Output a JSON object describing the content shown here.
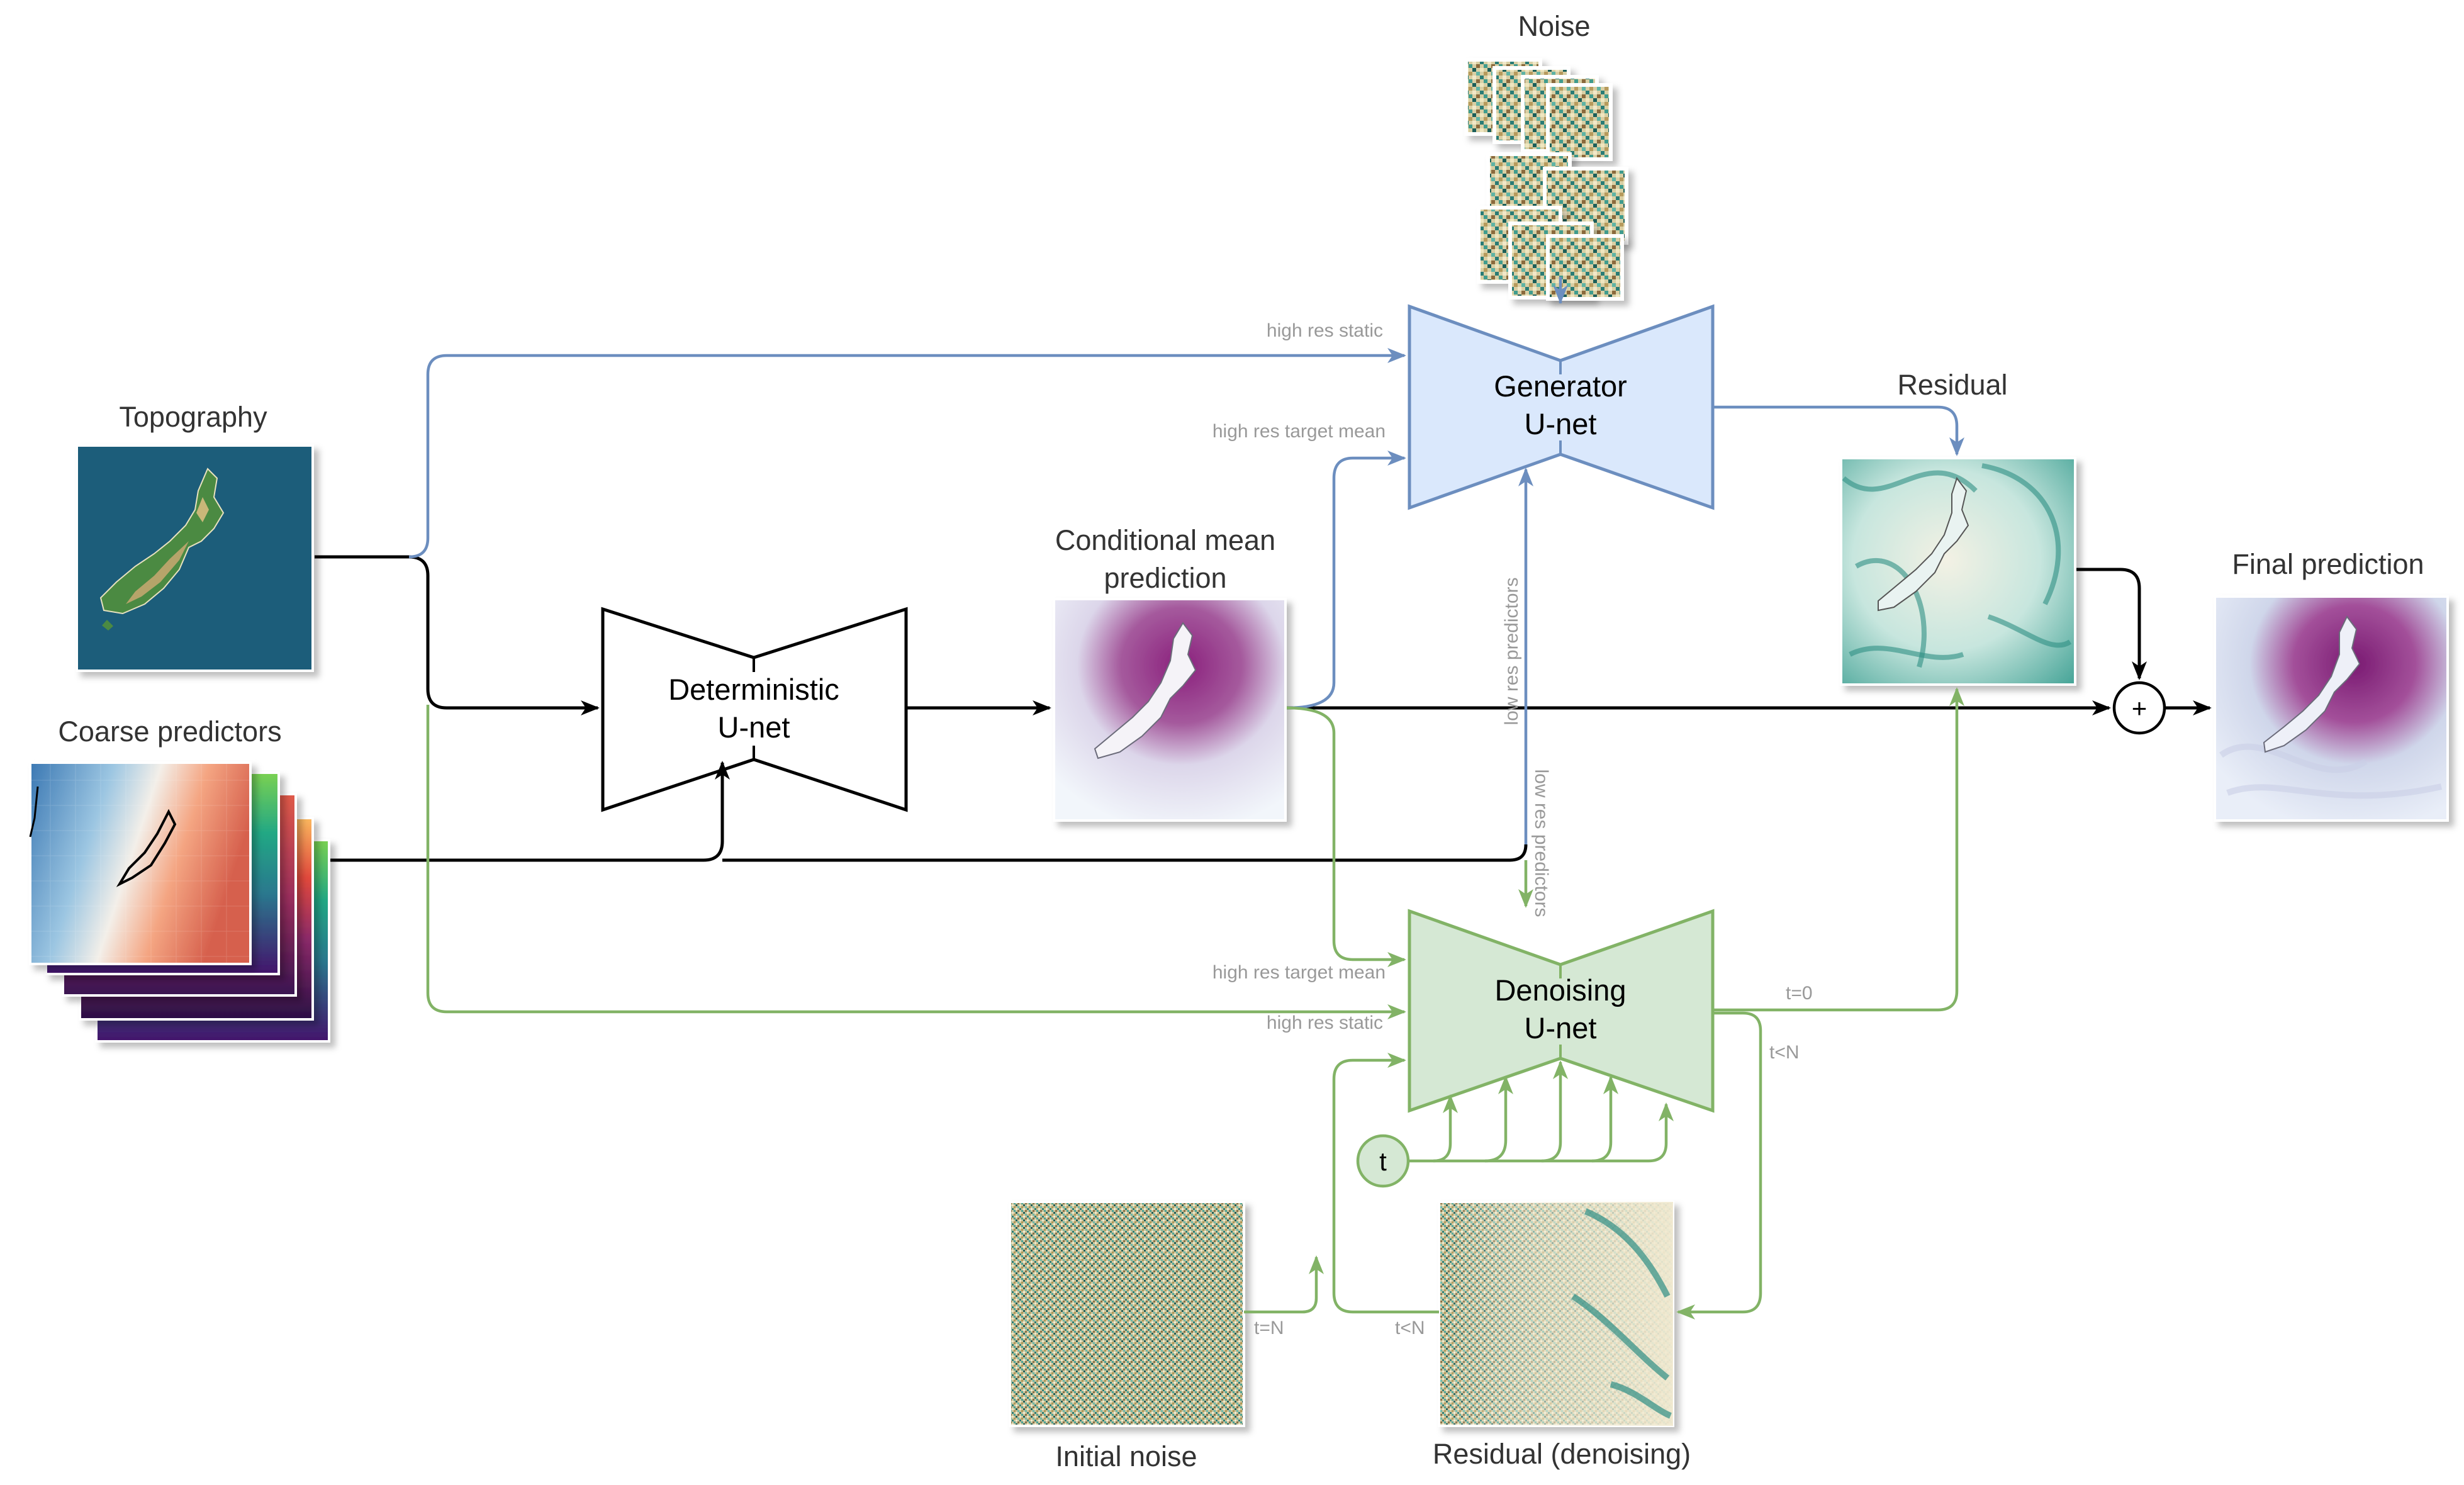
{
  "labels": {
    "noise": "Noise",
    "topography": "Topography",
    "coarse_predictors": "Coarse predictors",
    "conditional_mean_line1": "Conditional mean",
    "conditional_mean_line2": "prediction",
    "residual": "Residual",
    "final_prediction": "Final prediction",
    "initial_noise": "Initial noise",
    "residual_denoising": "Residual (denoising)"
  },
  "blocks": {
    "generator": {
      "line1": "Generator",
      "line2": "U-net"
    },
    "deterministic": {
      "line1": "Deterministic",
      "line2": "U-net"
    },
    "denoising": {
      "line1": "Denoising",
      "line2": "U-net"
    }
  },
  "edge_labels": {
    "high_res_static_top": "high res static",
    "high_res_target_mean_top": "high res target mean",
    "low_res_predictors_up": "low res predictors",
    "low_res_predictors_down": "low res predictors",
    "high_res_target_mean_bottom": "high res target mean",
    "high_res_static_bottom": "high res static",
    "t0": "t=0",
    "t_lt_n_right": "t<N",
    "t_eq_n": "t=N",
    "t_lt_n_loop": "t<N",
    "t_node": "t",
    "plus": "+"
  },
  "colors": {
    "blue_stroke": "#6c8ebf",
    "blue_fill": "#dae8fc",
    "green_stroke": "#82b366",
    "green_fill": "#d5e8d4",
    "black": "#000000",
    "label_gray": "#999999",
    "ocean": "#1d5d7a",
    "purple": "#8a1f7c",
    "teal": "#1f9a8a"
  }
}
